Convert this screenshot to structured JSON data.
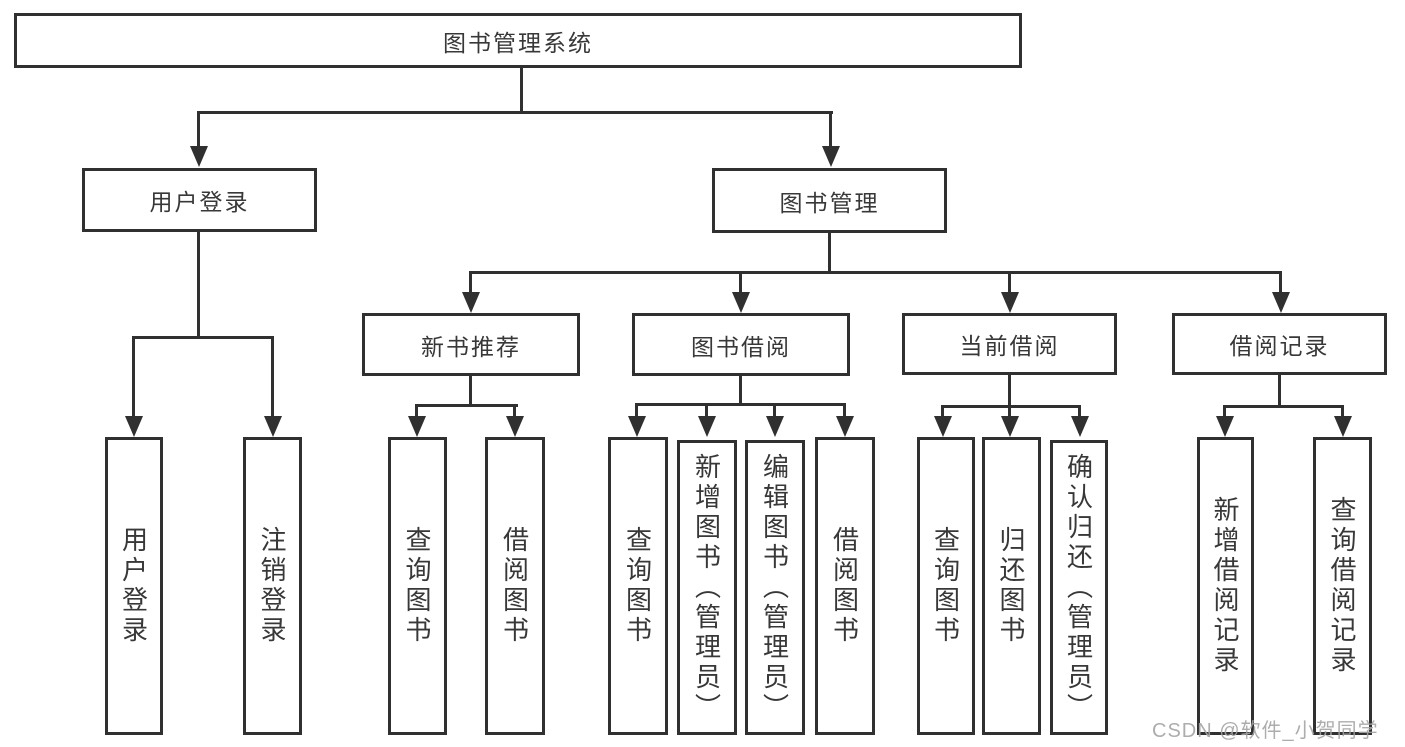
{
  "diagram": {
    "title_note": "library management system feature tree",
    "root": {
      "label": "图书管理系统"
    },
    "branches": [
      {
        "label": "用户登录"
      },
      {
        "label": "图书管理"
      }
    ],
    "modules": [
      {
        "label": "新书推荐"
      },
      {
        "label": "图书借阅"
      },
      {
        "label": "当前借阅"
      },
      {
        "label": "借阅记录"
      }
    ],
    "leaves": {
      "user": [
        "用户登录",
        "注销登录"
      ],
      "recommend": [
        "查询图书",
        "借阅图书"
      ],
      "borrow": [
        "查询图书",
        "新增图书（管理员）",
        "编辑图书（管理员）",
        "借阅图书"
      ],
      "current": [
        "查询图书",
        "归还图书",
        "确认归还（管理员）"
      ],
      "records": [
        "新增借阅记录",
        "查询借阅记录"
      ]
    }
  },
  "icons": {
    "arrowhead": "triangle-down"
  },
  "watermark": {
    "text": "CSDN @软件_小贺同学"
  },
  "colors": {
    "line": "#303030",
    "box_border": "#303030",
    "text": "#383838",
    "watermark": "#a4a4a4",
    "background": "#ffffff"
  }
}
